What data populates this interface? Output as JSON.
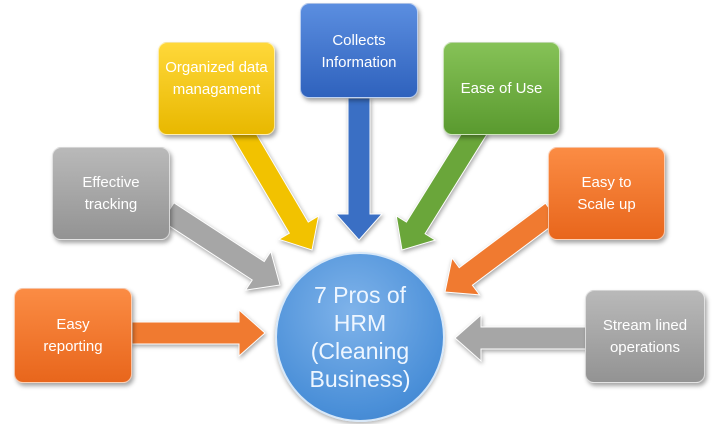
{
  "center": {
    "line1": "7 Pros of",
    "line2": "HRM",
    "line3": "(Cleaning",
    "line4": "Business)"
  },
  "items": [
    {
      "label": "Collects Information",
      "color": "#3a6fc4"
    },
    {
      "label": "Organized data managament",
      "color": "#f2c200"
    },
    {
      "label": "Ease of Use",
      "color": "#6aa63a"
    },
    {
      "label": "Effective tracking",
      "color": "#a6a6a6"
    },
    {
      "label": "Easy to Scale up",
      "color": "#f07a30"
    },
    {
      "label": "Easy reporting",
      "color": "#f07a30"
    },
    {
      "label": "Stream lined operations",
      "color": "#a6a6a6"
    }
  ]
}
